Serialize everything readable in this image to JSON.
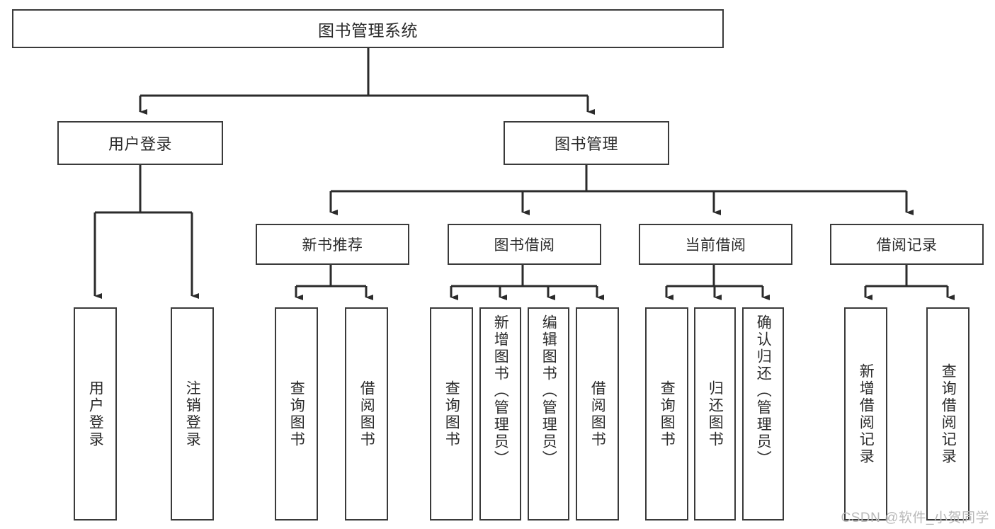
{
  "diagram": {
    "title": "图书管理系统",
    "type": "tree",
    "watermark": "CSDN @软件_小贺同学",
    "colors": {
      "box_border": "#3a3a3a",
      "box_fill": "#ffffff",
      "connector": "#2b2b2b",
      "text": "#2b2b2b",
      "watermark": "#b9b9b9",
      "background": "#ffffff"
    },
    "root": {
      "label": "图书管理系统"
    },
    "level2": [
      {
        "label": "用户登录"
      },
      {
        "label": "图书管理"
      }
    ],
    "level3": [
      {
        "label": "新书推荐"
      },
      {
        "label": "图书借阅"
      },
      {
        "label": "当前借阅"
      },
      {
        "label": "借阅记录"
      }
    ],
    "leaves": {
      "user_login": [
        {
          "label": "用户登录"
        },
        {
          "label": "注销登录"
        }
      ],
      "new_book_recommend": [
        {
          "label": "查询图书"
        },
        {
          "label": "借阅图书"
        }
      ],
      "book_borrow": [
        {
          "label": "查询图书"
        },
        {
          "label": "新增图书（管理员）"
        },
        {
          "label": "编辑图书（管理员）"
        },
        {
          "label": "借阅图书"
        }
      ],
      "current_borrow": [
        {
          "label": "查询图书"
        },
        {
          "label": "归还图书"
        },
        {
          "label": "确认归还（管理员）"
        }
      ],
      "borrow_record": [
        {
          "label": "新增借阅记录"
        },
        {
          "label": "查询借阅记录"
        }
      ]
    }
  }
}
